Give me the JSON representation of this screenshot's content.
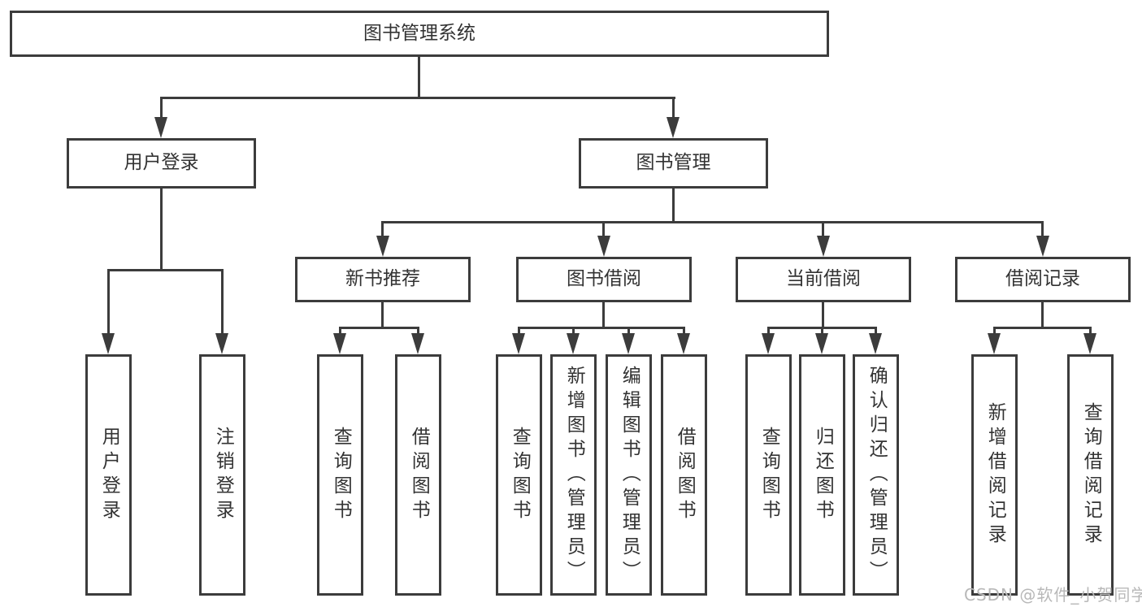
{
  "diagram": {
    "root": "图书管理系统",
    "level2": [
      "用户登录",
      "图书管理"
    ],
    "level3": [
      "新书推荐",
      "图书借阅",
      "当前借阅",
      "借阅记录"
    ],
    "leaves": [
      "用户登录",
      "注销登录",
      "查询图书",
      "借阅图书",
      "查询图书",
      "新增图书（管理员）",
      "编辑图书（管理员）",
      "借阅图书",
      "查询图书",
      "归还图书",
      "确认归还（管理员）",
      "新增借阅记录",
      "查询借阅记录"
    ]
  },
  "watermark": "CSDN @软件_小贺同学",
  "colors": {
    "line": "#3c3c3c",
    "text": "#333333",
    "background": "#ffffff",
    "watermark": "#b8b8b8"
  }
}
